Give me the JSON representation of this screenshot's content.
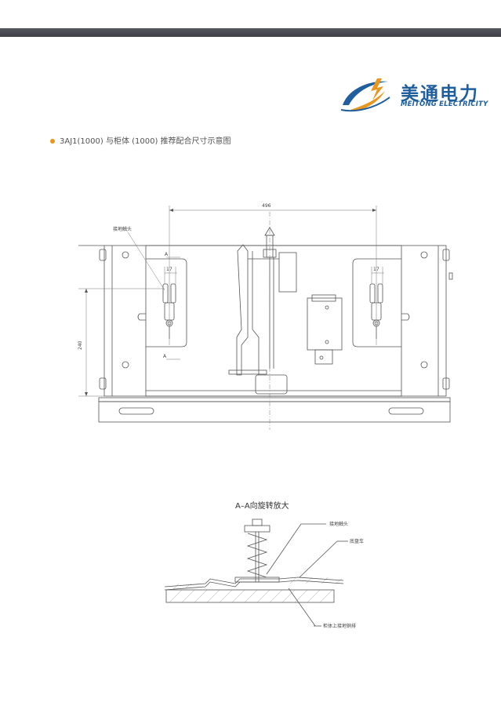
{
  "header": {
    "bar_color": "#45494d"
  },
  "logo": {
    "name_cn": "美通电力",
    "name_en": "MEITONG ELECTRICITY",
    "brand_color": "#1f5f9e",
    "accent_color": "#e8961e"
  },
  "heading": {
    "bullet_color": "#e8961e",
    "text": "3AJ1(1000) 与柜体 (1000) 推荐配合尺寸示意图"
  },
  "front_view": {
    "dim_width": "496",
    "dim_height": "240",
    "dim_left": "17",
    "dim_right": "17",
    "label_contact": "接地触头",
    "section_top": "A",
    "section_bottom": "A"
  },
  "detail_view": {
    "title": "A–A向旋转放大",
    "label_contact": "接地触头",
    "label_chassis": "底盘车",
    "label_busbar": "柜体上接地铜排"
  }
}
